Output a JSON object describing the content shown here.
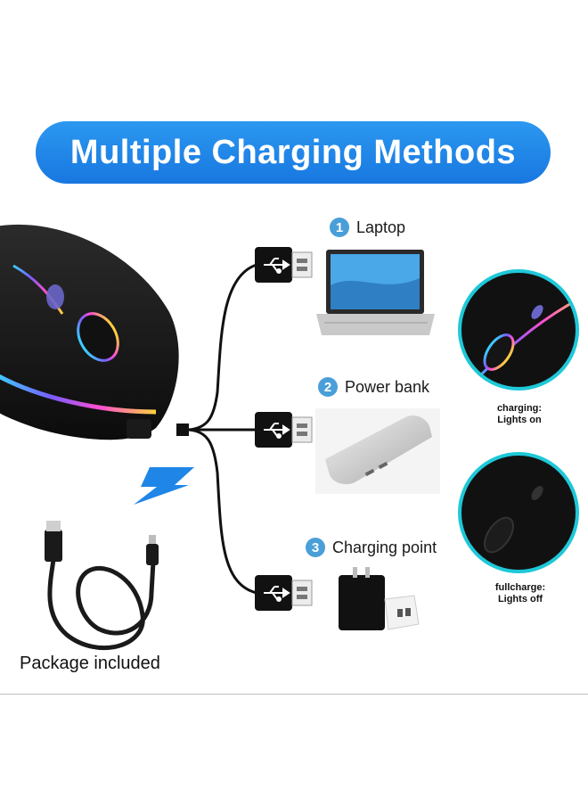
{
  "banner": {
    "title": "Multiple Charging Methods",
    "color": "#1f86e8"
  },
  "steps": [
    {
      "number": "1",
      "label": "Laptop"
    },
    {
      "number": "2",
      "label": "Power bank"
    },
    {
      "number": "3",
      "label": "Charging point"
    }
  ],
  "status": {
    "charging": "charging:",
    "charging_detail": "Lights on",
    "full": "fullcharge:",
    "full_detail": "Lights off"
  },
  "package": {
    "label": "Package included"
  },
  "colors": {
    "accent_blue": "#1f86e8",
    "ring_teal": "#1ec8d8",
    "step_blue": "#4a9fd8"
  },
  "icons": [
    "usb-symbol-icon",
    "lightning-bolt-icon",
    "laptop-icon",
    "power-bank-icon",
    "wall-charger-icon",
    "usb-cable-icon",
    "wireless-mouse-icon"
  ]
}
